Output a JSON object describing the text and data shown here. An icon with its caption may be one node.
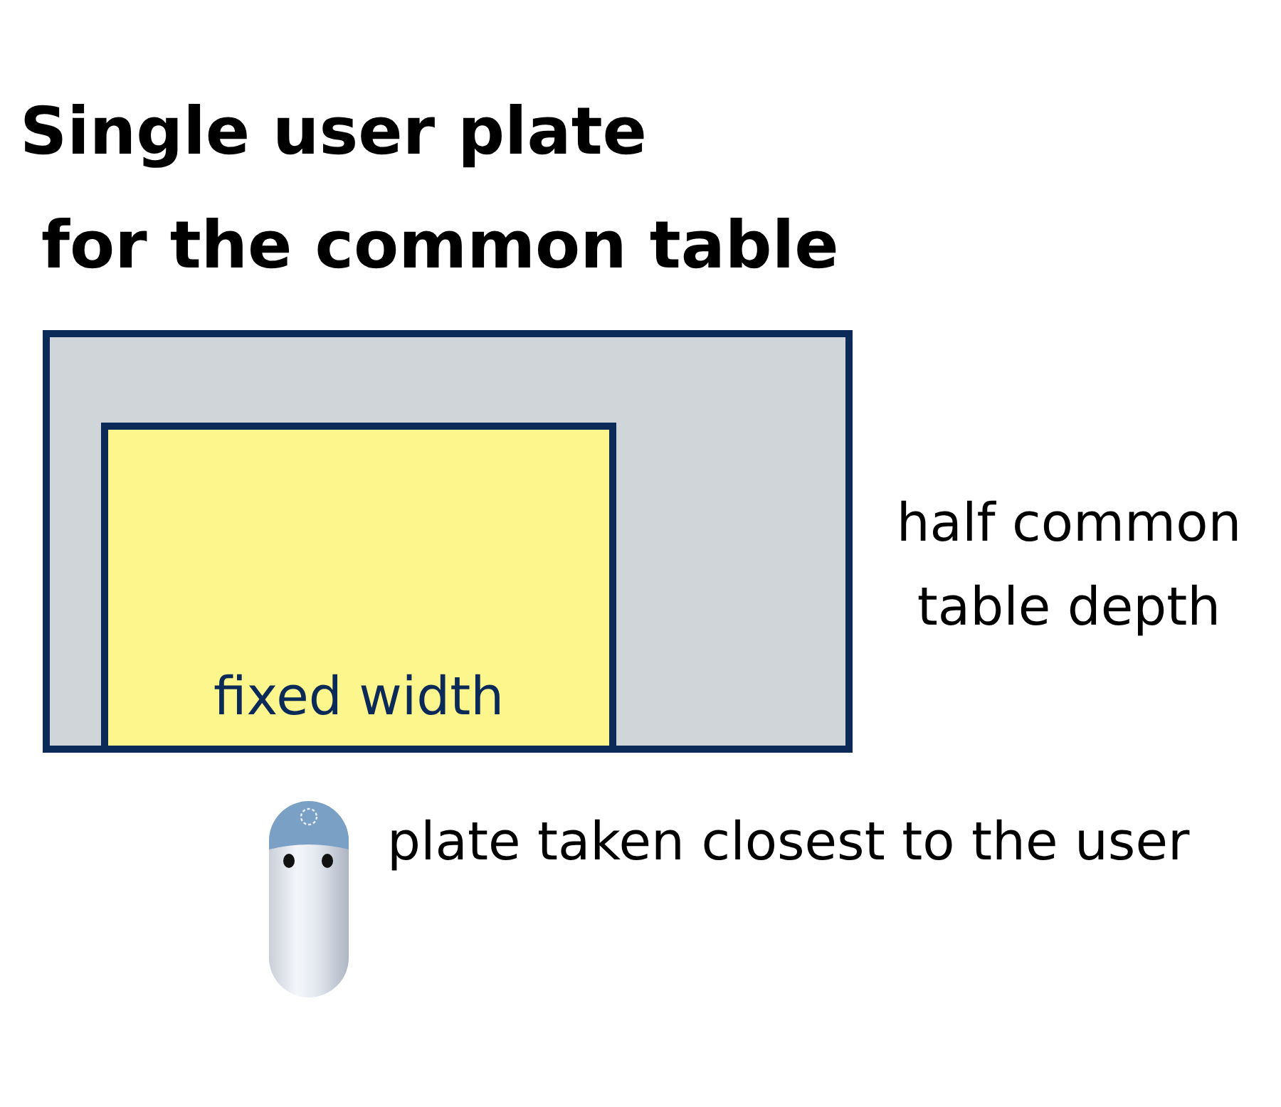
{
  "diagram": {
    "title": "Single user plate for the common table",
    "nodes": [
      {
        "text": [],
        "shape": "box",
        "beside": [
          "half common table depth"
        ]
      },
      {
        "text": [
          "fixed width"
        ],
        "in": 0
      }
    ],
    "labels": [
      "plate taken closest to the user"
    ]
  }
}
